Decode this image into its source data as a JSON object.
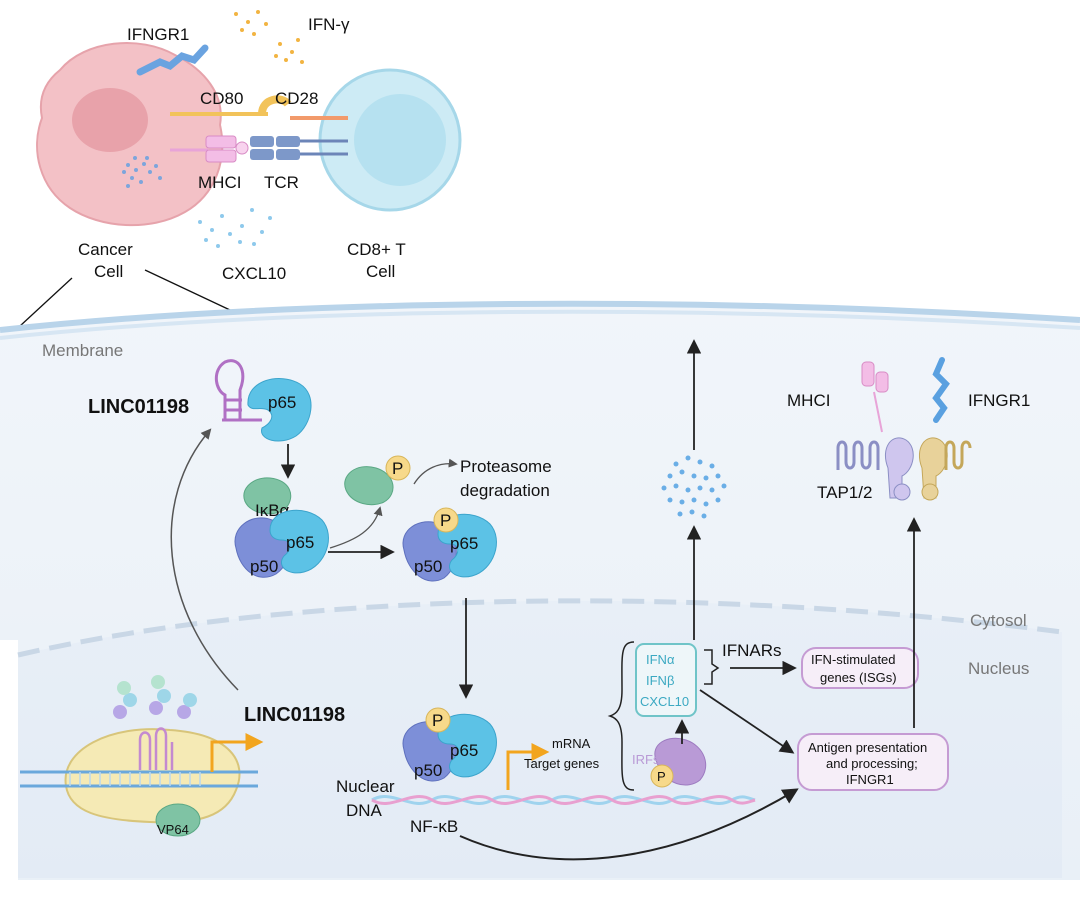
{
  "top": {
    "ifngr1": "IFNGR1",
    "ifn_gamma": "IFN-γ",
    "cd80": "CD80",
    "cd28": "CD28",
    "mhci": "MHCI",
    "tcr": "TCR",
    "cancer_cell": [
      "Cancer",
      "Cell"
    ],
    "cxcl10": "CXCL10",
    "cd8_cell": [
      "CD8+ T",
      "Cell"
    ]
  },
  "compartments": {
    "membrane": "Membrane",
    "cytosol": "Cytosol",
    "nucleus": "Nucleus"
  },
  "pathway": {
    "linc_top": "LINC01198",
    "linc_bottom": "LINC01198",
    "p65": "p65",
    "p50": "p50",
    "ikba": "IκBα",
    "phos": "P",
    "proteasome": [
      "Proteasome",
      "degradation"
    ],
    "mrna": "mRNA",
    "target_genes": "Target genes",
    "nuclear_dna": [
      "Nuclear",
      "DNA"
    ],
    "nfkb": "NF-κB",
    "vp64": "VP64",
    "irfs": "IRFs",
    "ifn_box": [
      "IFNα",
      "IFNβ",
      "CXCL10"
    ],
    "ifnars": "IFNARs",
    "isg_box": [
      "IFN-stimulated",
      "genes (ISGs)"
    ],
    "antigen_box": [
      "Antigen presentation",
      "and processing;",
      "IFNGR1"
    ],
    "mhci_surface": "MHCI",
    "ifngr1_surface": "IFNGR1",
    "tap": "TAP1/2"
  },
  "colors": {
    "cell_bg": "#eef3f9",
    "nucleus_bg": "#e6eef7",
    "membrane_line": "#b9d4ea",
    "p65": "#5cc2e6",
    "p50": "#7d8fd8",
    "ikba": "#7fc3a4",
    "phos": "#f7d98a",
    "cancer_cell": "#f3c1c6",
    "t_cell": "#cdebf5",
    "arrow_orange": "#f2a51e",
    "box_teal": "#6fc4c8",
    "box_purple": "#c59bd3"
  }
}
